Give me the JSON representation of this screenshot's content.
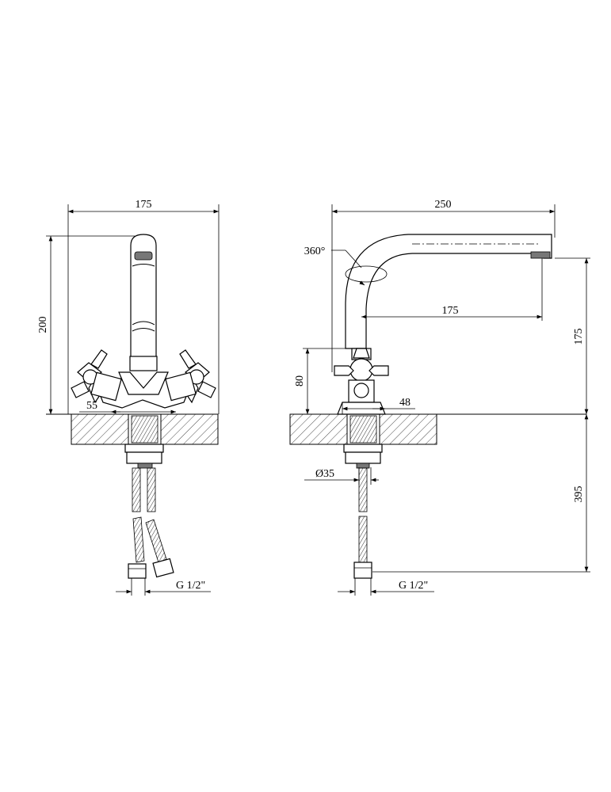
{
  "front_view": {
    "width_label": "175",
    "height_label": "200",
    "base_label": "55",
    "thread_label": "G 1/2\""
  },
  "side_view": {
    "reach_label": "250",
    "inner_reach_label": "175",
    "rotation_label": "360°",
    "spout_height_label": "175",
    "valve_height_label": "80",
    "base_label": "48",
    "hole_label": "Ø35",
    "hose_length_label": "395",
    "thread_label": "G 1/2\""
  }
}
